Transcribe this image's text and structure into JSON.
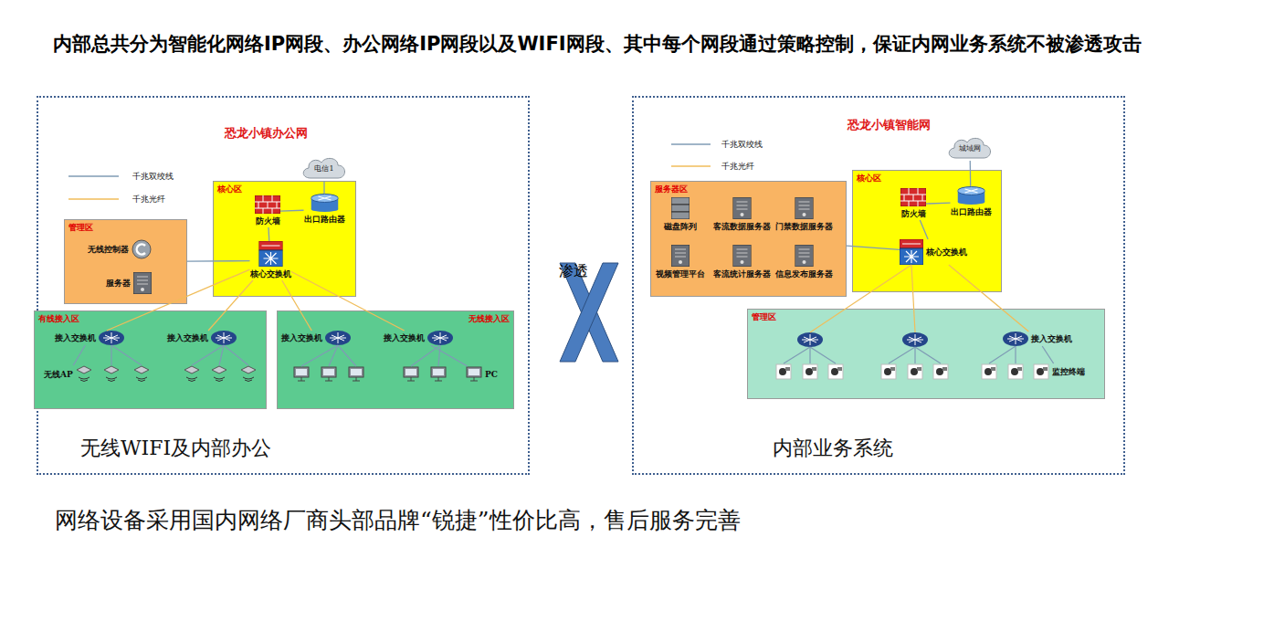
{
  "diagram": {
    "title": "内部总共分为智能化网络IP网段、办公网络IP网段以及WIFI网段、其中每个网段通过策略控制，保证内网业务系统不被渗透攻击",
    "caption": "网络设备采用国内网络厂商头部品牌“锐捷”性价比高，售后服务完善",
    "nodes": [
      {
        "text": [
          "无线WIFI及内部办公"
        ]
      },
      {
        "text": [
          "管理区"
        ],
        "in": 0
      },
      {
        "text": [
          "无线控制器"
        ],
        "in": 1
      },
      {
        "text": [
          "服务器"
        ],
        "in": 1
      },
      {
        "text": [
          "核心区"
        ],
        "in": 0
      },
      {
        "text": [
          "防火墙"
        ],
        "in": 4
      },
      {
        "text": [
          "出口路由器"
        ],
        "in": 4
      },
      {
        "text": [
          "核心交换机"
        ],
        "in": 4
      },
      {
        "text": [
          "电信1"
        ],
        "in": 0
      },
      {
        "text": [
          "有线接入区"
        ],
        "in": 0
      },
      {
        "text": [
          "接入交换机"
        ],
        "in": 9
      },
      {
        "text": [
          "接入交换机"
        ],
        "in": 9
      },
      {
        "text": [
          "无线AP"
        ],
        "in": 9
      },
      {
        "text": [
          "无线接入区"
        ],
        "in": 0
      },
      {
        "text": [
          "接入交换机"
        ],
        "in": 13
      },
      {
        "text": [
          "接入交换机"
        ],
        "in": 13
      },
      {
        "text": [
          "PC"
        ],
        "in": 13
      },
      {
        "text": [
          "渗透"
        ]
      },
      {
        "text": [
          "内部业务系统"
        ]
      },
      {
        "text": [
          "服务器区"
        ],
        "in": 18
      },
      {
        "text": [
          "磁盘阵列"
        ],
        "in": 19
      },
      {
        "text": [
          "客流数据服务器"
        ],
        "in": 19
      },
      {
        "text": [
          "门禁数据服务器"
        ],
        "in": 19
      },
      {
        "text": [
          "视频管理平台"
        ],
        "in": 19
      },
      {
        "text": [
          "客流统计服务器"
        ],
        "in": 19
      },
      {
        "text": [
          "信息发布服务器"
        ],
        "in": 19
      },
      {
        "text": [
          "核心区"
        ],
        "in": 18
      },
      {
        "text": [
          "防火墙"
        ],
        "in": 26
      },
      {
        "text": [
          "出口路由器"
        ],
        "in": 26
      },
      {
        "text": [
          "核心交换机"
        ],
        "in": 26
      },
      {
        "text": [
          "城域网"
        ],
        "in": 18
      },
      {
        "text": [
          "管理区"
        ],
        "in": 18
      },
      {
        "text": [
          "接入交换机"
        ],
        "in": 31
      },
      {
        "text": [
          "监控终端"
        ],
        "in": 31
      }
    ],
    "edges": [
      {
        "from": 5,
        "to": 6,
        "arrow": "none"
      },
      {
        "from": 5,
        "to": 7,
        "arrow": "none"
      },
      {
        "from": 6,
        "to": 8,
        "arrow": "none"
      },
      {
        "from": 7,
        "to": 1,
        "arrow": "none"
      },
      {
        "from": 7,
        "to": 10,
        "arrow": "none"
      },
      {
        "from": 7,
        "to": 11,
        "arrow": "none"
      },
      {
        "from": 7,
        "to": 14,
        "arrow": "none"
      },
      {
        "from": 7,
        "to": 15,
        "arrow": "none"
      },
      {
        "from": 10,
        "to": 12,
        "arrow": "none"
      },
      {
        "from": 15,
        "to": 16,
        "arrow": "none"
      },
      {
        "from": 27,
        "to": 28,
        "arrow": "none"
      },
      {
        "from": 27,
        "to": 29,
        "arrow": "none"
      },
      {
        "from": 28,
        "to": 30,
        "arrow": "none"
      },
      {
        "from": 29,
        "to": 19,
        "arrow": "none"
      },
      {
        "from": 29,
        "to": 32,
        "arrow": "none"
      },
      {
        "from": 32,
        "to": 33,
        "arrow": "none"
      }
    ],
    "labels": [
      "恐龙小镇办公网",
      "恐龙小镇智能网"
    ],
    "legend": [
      {
        "text": "千兆双绞线"
      },
      {
        "text": "千兆光纤"
      },
      {
        "text": "千兆双绞线"
      },
      {
        "text": "千兆光纤"
      }
    ]
  }
}
